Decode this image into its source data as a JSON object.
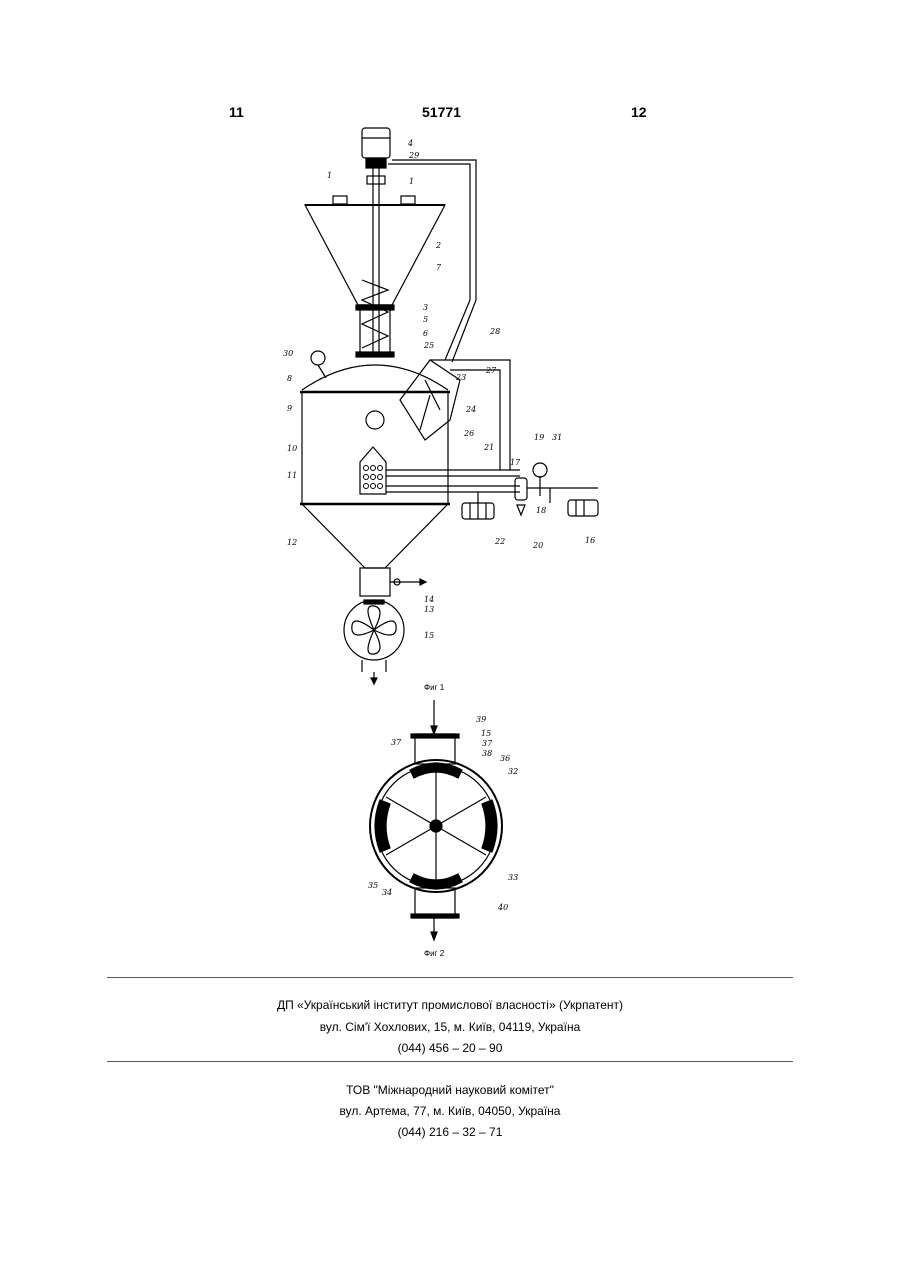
{
  "header": {
    "page_left": "11",
    "patent_number": "51771",
    "page_right": "12"
  },
  "figure1": {
    "caption": "Фиг 1",
    "labels": {
      "l1a": "1",
      "l1b": "1",
      "l2": "2",
      "l3": "3",
      "l4": "4",
      "l5": "5",
      "l6": "6",
      "l7": "7",
      "l8": "8",
      "l9": "9",
      "l10": "10",
      "l11": "11",
      "l12": "12",
      "l13": "13",
      "l14": "14",
      "l15": "15",
      "l16": "16",
      "l17": "17",
      "l18": "18",
      "l19": "19",
      "l20": "20",
      "l21": "21",
      "l22": "22",
      "l23": "23",
      "l24": "24",
      "l25": "25",
      "l26": "26",
      "l27": "27",
      "l28": "28",
      "l29": "29",
      "l30": "30",
      "l31": "31"
    }
  },
  "figure2": {
    "caption": "Фиг 2",
    "labels": {
      "l32": "32",
      "l33": "33",
      "l34": "34",
      "l35": "35",
      "l36": "36",
      "l37": "37",
      "l38": "38",
      "l39": "39",
      "l40": "40",
      "l15": "15",
      "l37b": "37"
    }
  },
  "footer": {
    "block1": {
      "line1": "ДП «Український інститут промислової власності» (Укрпатент)",
      "line2": "вул. Сім'ї Хохлових, 15, м. Київ, 04119, Україна",
      "line3": "(044) 456 – 20 –  90"
    },
    "block2": {
      "line1": "ТОВ \"Міжнародний науковий комітет\"",
      "line2": "вул. Артема, 77, м. Київ, 04050, Україна",
      "line3": "(044) 216 – 32 – 71"
    }
  }
}
